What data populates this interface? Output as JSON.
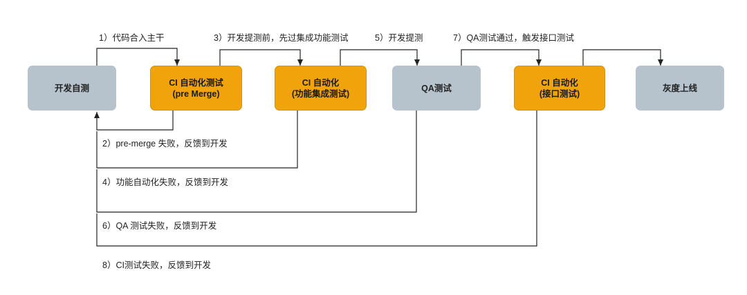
{
  "nodes": {
    "dev_selftest": "开发自测",
    "ci_premerge": "CI 自动化测试\n(pre Merge)",
    "ci_function": "CI 自动化\n(功能集成测试)",
    "qa_test": "QA测试",
    "ci_interface": "CI 自动化\n(接口测试)",
    "gray_release": "灰度上线"
  },
  "edges": {
    "e1": "1）代码合入主干",
    "e3": "3）开发提测前，先过集成功能测试",
    "e5": "5）开发提测",
    "e7": "7）QA测试通过，触发接口测试",
    "e2": "2）pre-merge 失败，反馈到开发",
    "e4": "4）功能自动化失败，反馈到开发",
    "e6": "6）QA 测试失败，反馈到开发",
    "e8": "8）CI测试失败，反馈到开发"
  },
  "colors": {
    "gray_node": "#b7c3cc",
    "orange_node": "#f0a30a",
    "edge": "#222222"
  }
}
